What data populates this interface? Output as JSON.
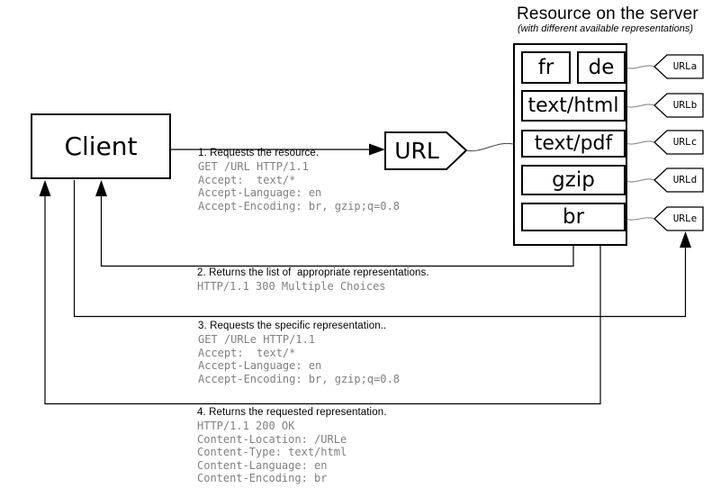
{
  "server_header": {
    "title": "Resource on the server",
    "subtitle": "(with different available representations)"
  },
  "client": {
    "label": "Client"
  },
  "url_node": {
    "label": "URL"
  },
  "server": {
    "representations": [
      {
        "label": "fr"
      },
      {
        "label": "de"
      },
      {
        "label": "text/html"
      },
      {
        "label": "text/pdf"
      },
      {
        "label": "gzip"
      },
      {
        "label": "br"
      }
    ],
    "url_tags": [
      {
        "label": "URLa"
      },
      {
        "label": "URLb"
      },
      {
        "label": "URLc"
      },
      {
        "label": "URLd"
      },
      {
        "label": "URLe"
      }
    ]
  },
  "messages": [
    {
      "title": "1. Requests the resource.",
      "lines": [
        "GET /URL HTTP/1.1",
        "Accept:  text/*",
        "Accept-Language: en",
        "Accept-Encoding: br, gzip;q=0.8"
      ]
    },
    {
      "title": "2. Returns the list of  appropriate representations.",
      "lines": [
        "HTTP/1.1 300 Multiple Choices"
      ]
    },
    {
      "title": "3. Requests the specific representation..",
      "lines": [
        "GET /URLe HTTP/1.1",
        "Accept:  text/*",
        "Accept-Language: en",
        "Accept-Encoding: br, gzip;q=0.8"
      ]
    },
    {
      "title": "4. Returns the requested representation.",
      "lines": [
        "HTTP/1.1 200 OK",
        "Content-Location: /URLe",
        "Content-Type: text/html",
        "Content-Language: en",
        "Content-Encoding: br"
      ]
    }
  ],
  "colors": {
    "line": "#000000",
    "http_text": "#808080",
    "background": "#ffffff"
  }
}
